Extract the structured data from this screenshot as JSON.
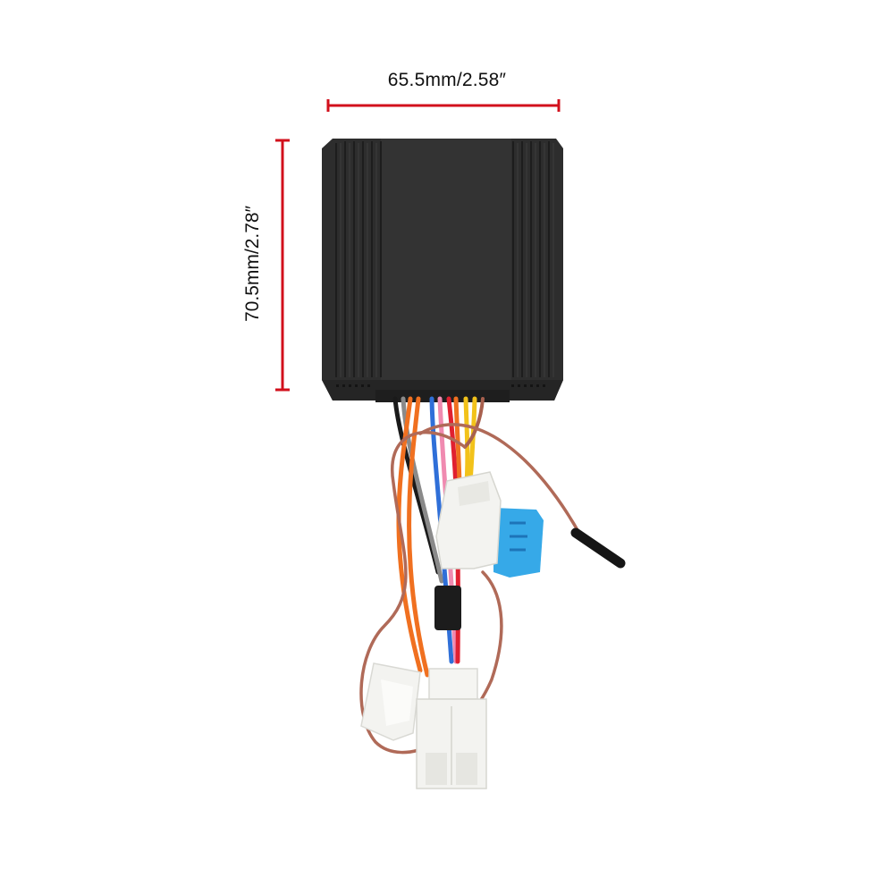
{
  "product": {
    "description": "Black rectangular electronic control module with multi-colour wiring harness",
    "body_color": "#2b2b2b",
    "annotation_color": "#d2101c"
  },
  "dimensions": {
    "width_label": "65.5mm/2.58″",
    "height_label": "70.5mm/2.78″"
  },
  "wires": {
    "colors": [
      "#1a1a1a",
      "#8a8a8a",
      "#f07020",
      "#f07020",
      "#2f6fd8",
      "#f08ab0",
      "#e02030",
      "#f07020",
      "#f2c21a",
      "#f2c21a",
      "#a8604e"
    ]
  },
  "components": {
    "fuse_color": "#36a9e8",
    "connector_color": "#f3f3f0",
    "probe_wire_color": "#b06a58",
    "probe_tip_color": "#151515"
  }
}
